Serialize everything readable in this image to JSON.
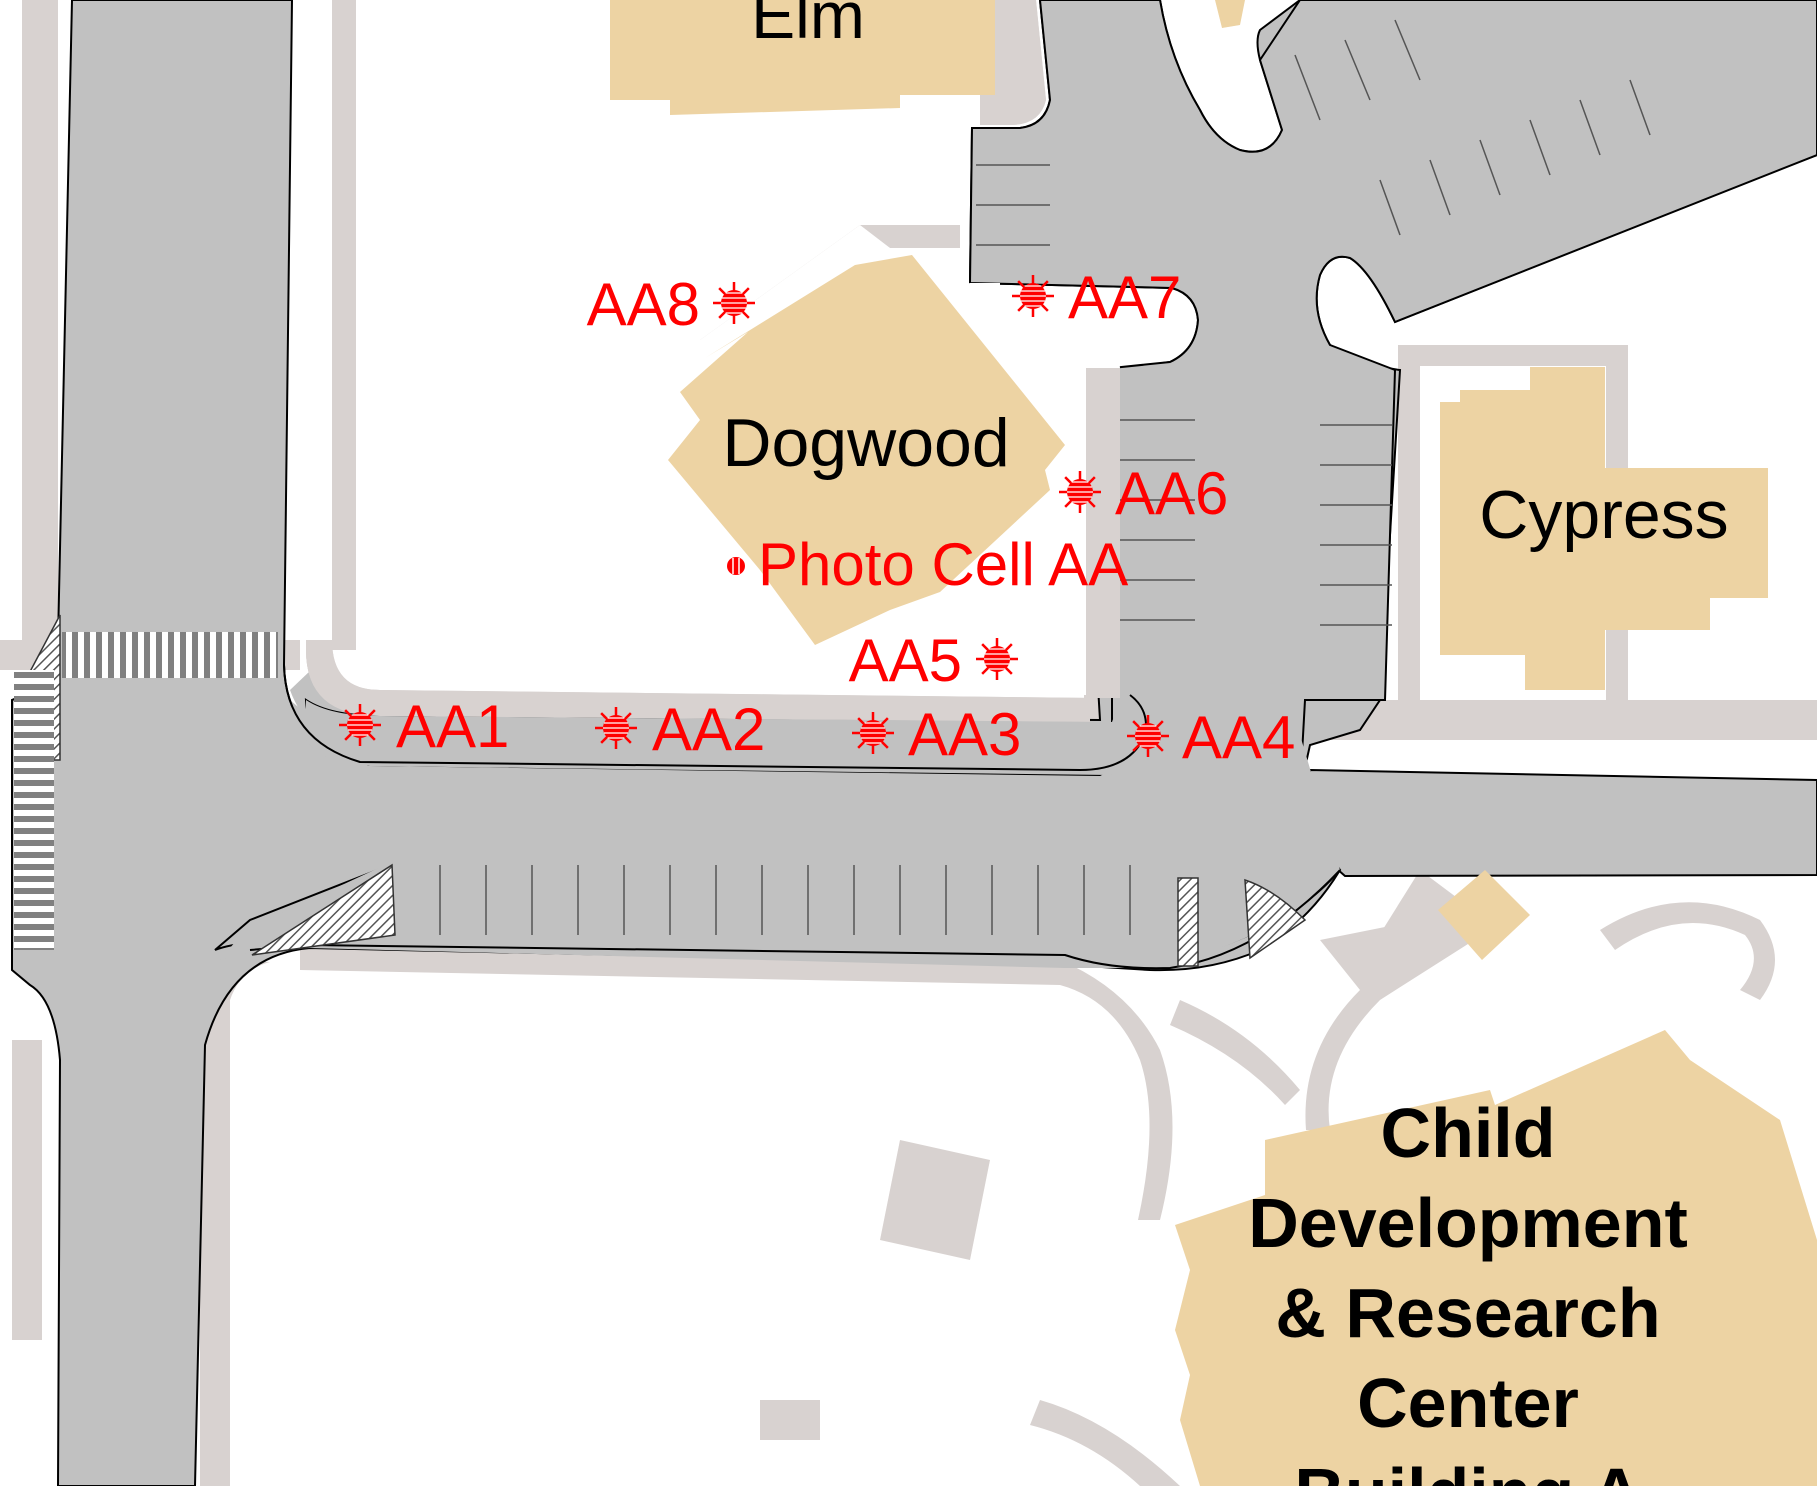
{
  "colors": {
    "road": "#c1c1c1",
    "walkway": "#d8d2d0",
    "building": "#edd3a3",
    "outline": "#000000",
    "light": "#ff0000",
    "crosswalk": "#808080",
    "background": "#ffffff"
  },
  "buildings": {
    "elm": "Elm",
    "dogwood": "Dogwood",
    "cypress": "Cypress",
    "cdrc": [
      "Child",
      "Development",
      "& Research",
      "Center",
      "Building A"
    ]
  },
  "lights": [
    {
      "id": "AA1",
      "label": "AA1"
    },
    {
      "id": "AA2",
      "label": "AA2"
    },
    {
      "id": "AA3",
      "label": "AA3"
    },
    {
      "id": "AA4",
      "label": "AA4"
    },
    {
      "id": "AA5",
      "label": "AA5"
    },
    {
      "id": "AA6",
      "label": "AA6"
    },
    {
      "id": "AA7",
      "label": "AA7"
    },
    {
      "id": "AA8",
      "label": "AA8"
    }
  ],
  "photo_cell": {
    "label": "Photo Cell AA",
    "icon": "photo-cell-icon"
  },
  "light_icon": "light-fixture-icon"
}
